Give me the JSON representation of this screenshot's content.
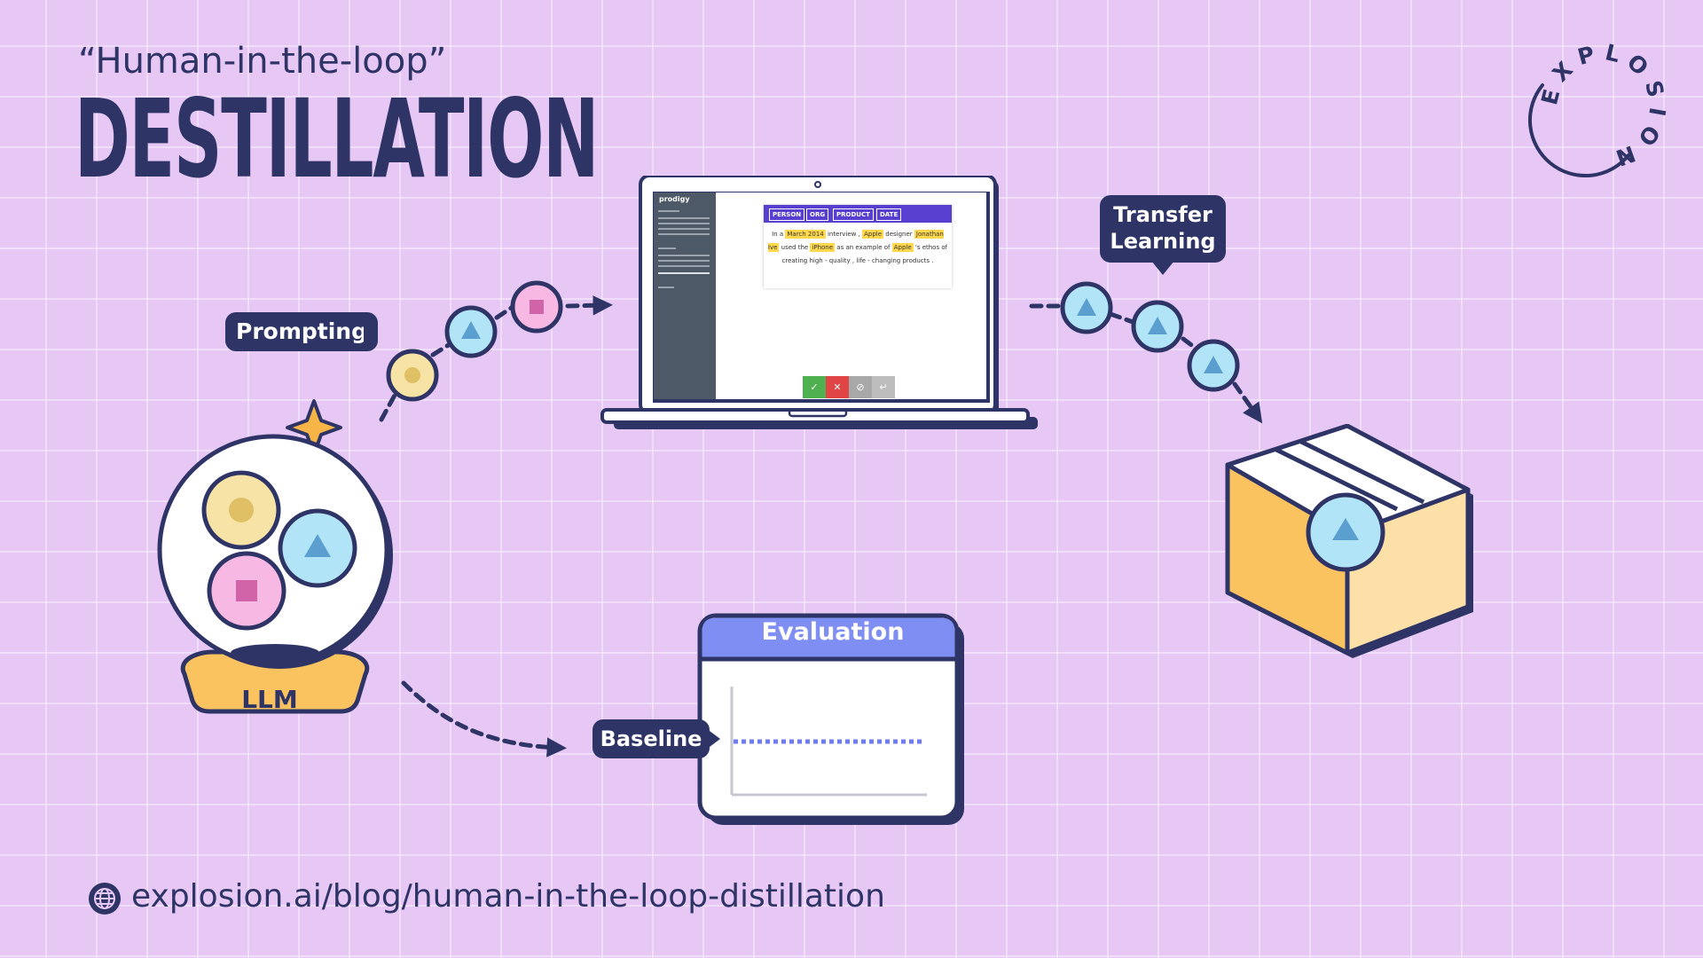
{
  "header": {
    "subtitle": "“Human-in-the-loop”",
    "title": "DESTILLATION"
  },
  "logo": {
    "text": "EXPLOSION"
  },
  "labels": {
    "prompting": "Prompting",
    "transfer_learning_line1": "Transfer",
    "transfer_learning_line2": "Learning",
    "llm": "LLM",
    "evaluation": "Evaluation",
    "baseline": "Baseline"
  },
  "footer": {
    "link_text": "explosion.ai/blog/human-in-the-loop-distillation",
    "icon": "globe-icon"
  },
  "prodigy": {
    "brand": "prodigy",
    "labels": [
      "PERSON",
      "ORG",
      "PRODUCT",
      "DATE"
    ],
    "sentence_parts": [
      {
        "text": "In a "
      },
      {
        "text": "March 2014",
        "tag": "DATE"
      },
      {
        "text": " interview , "
      },
      {
        "text": "Apple",
        "tag": "ORG"
      },
      {
        "text": " designer "
      },
      {
        "text": "Jonathan Ive",
        "tag": "PERSON"
      },
      {
        "text": " used the "
      },
      {
        "text": "iPhone",
        "tag": "PRODUCT"
      },
      {
        "text": " as an example of "
      },
      {
        "text": "Apple",
        "tag": "ORG"
      },
      {
        "text": " 's ethos of creating high - quality , life - changing products ."
      }
    ],
    "controls": [
      "✓",
      "✕",
      "⊘",
      "↵"
    ]
  },
  "colors": {
    "background": "#e7c8f5",
    "navy": "#2e3466",
    "yellow": "#f7e3a6",
    "blue": "#b2e4f7",
    "pink": "#f7b9e3",
    "box_orange": "#fbc35f",
    "eval_header": "#7f8ef2",
    "prodigy_purple": "#583fcf",
    "accept": "#4fb04f",
    "reject": "#e04444",
    "ignore": "#a8a8a8"
  }
}
